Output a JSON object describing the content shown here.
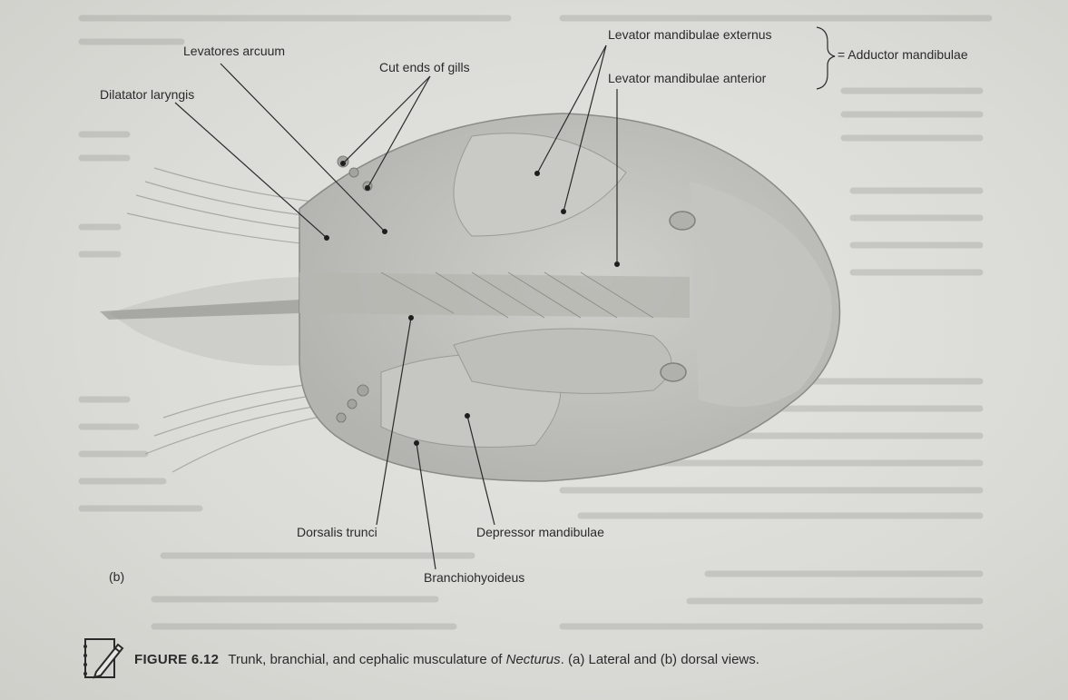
{
  "labels": {
    "levatores_arcuum": "Levatores arcuum",
    "dilatator_laryngis": "Dilatator laryngis",
    "cut_ends_of_gills": "Cut ends of gills",
    "levator_mandibulae_externus": "Levator mandibulae externus",
    "levator_mandibulae_anterior": "Levator mandibulae anterior",
    "adductor_mandibulae": "= Adductor mandibulae",
    "dorsalis_trunci": "Dorsalis trunci",
    "depressor_mandibulae": "Depressor mandibulae",
    "branchiohyoideus": "Branchiohyoideus",
    "panel": "(b)"
  },
  "caption": {
    "figure_number": "FIGURE 6.12",
    "text_before": "Trunk, branchial, and cephalic musculature of ",
    "genus": "Necturus",
    "text_after": ". (a) Lateral and (b) dorsal views."
  },
  "colors": {
    "page": "#dcdcd8",
    "ink": "#2a2a2a",
    "muscle": "#bdbdb9",
    "muscle_shade": "#a9a9a5"
  }
}
